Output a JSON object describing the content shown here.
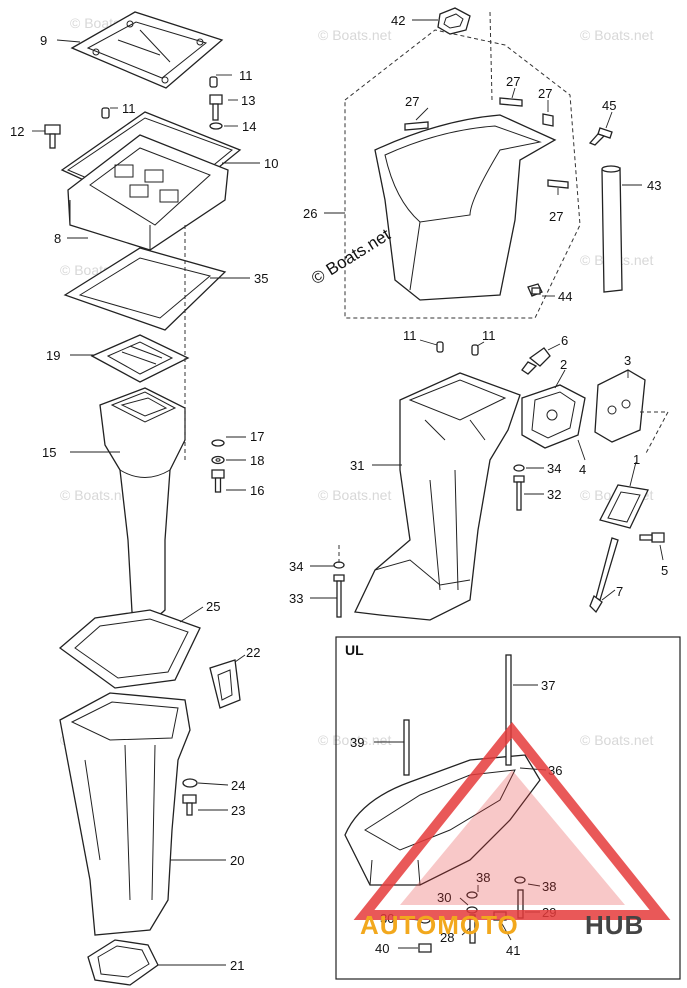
{
  "watermark": "© Boats.net",
  "copyright": "© Boats.net",
  "inset_title": "UL",
  "logo": {
    "part1": "AUTOMOTO",
    "part2": "HUB"
  },
  "labels": [
    {
      "id": "p9",
      "text": "9"
    },
    {
      "id": "p11a",
      "text": "11"
    },
    {
      "id": "p13",
      "text": "13"
    },
    {
      "id": "p11b",
      "text": "11"
    },
    {
      "id": "p12",
      "text": "12"
    },
    {
      "id": "p14",
      "text": "14"
    },
    {
      "id": "p10",
      "text": "10"
    },
    {
      "id": "p8",
      "text": "8"
    },
    {
      "id": "p35",
      "text": "35"
    },
    {
      "id": "p19",
      "text": "19"
    },
    {
      "id": "p15",
      "text": "15"
    },
    {
      "id": "p17",
      "text": "17"
    },
    {
      "id": "p18",
      "text": "18"
    },
    {
      "id": "p16",
      "text": "16"
    },
    {
      "id": "p25",
      "text": "25"
    },
    {
      "id": "p22",
      "text": "22"
    },
    {
      "id": "p24",
      "text": "24"
    },
    {
      "id": "p23",
      "text": "23"
    },
    {
      "id": "p20",
      "text": "20"
    },
    {
      "id": "p21",
      "text": "21"
    },
    {
      "id": "p42",
      "text": "42"
    },
    {
      "id": "p27a",
      "text": "27"
    },
    {
      "id": "p27b",
      "text": "27"
    },
    {
      "id": "p27c",
      "text": "27"
    },
    {
      "id": "p27d",
      "text": "27"
    },
    {
      "id": "p45",
      "text": "45"
    },
    {
      "id": "p43",
      "text": "43"
    },
    {
      "id": "p26",
      "text": "26"
    },
    {
      "id": "p44",
      "text": "44"
    },
    {
      "id": "p11c",
      "text": "11"
    },
    {
      "id": "p11d",
      "text": "11"
    },
    {
      "id": "p6",
      "text": "6"
    },
    {
      "id": "p2",
      "text": "2"
    },
    {
      "id": "p3",
      "text": "3"
    },
    {
      "id": "p31",
      "text": "31"
    },
    {
      "id": "p34a",
      "text": "34"
    },
    {
      "id": "p4",
      "text": "4"
    },
    {
      "id": "p1",
      "text": "1"
    },
    {
      "id": "p32",
      "text": "32"
    },
    {
      "id": "p5",
      "text": "5"
    },
    {
      "id": "p34b",
      "text": "34"
    },
    {
      "id": "p33",
      "text": "33"
    },
    {
      "id": "p7",
      "text": "7"
    },
    {
      "id": "p37",
      "text": "37"
    },
    {
      "id": "p39",
      "text": "39"
    },
    {
      "id": "p36",
      "text": "36"
    },
    {
      "id": "p38a",
      "text": "38"
    },
    {
      "id": "p38b",
      "text": "38"
    },
    {
      "id": "p30a",
      "text": "30"
    },
    {
      "id": "p29",
      "text": "29"
    },
    {
      "id": "p30b",
      "text": "30"
    },
    {
      "id": "p28",
      "text": "28"
    },
    {
      "id": "p41",
      "text": "41"
    },
    {
      "id": "p40",
      "text": "40"
    }
  ]
}
